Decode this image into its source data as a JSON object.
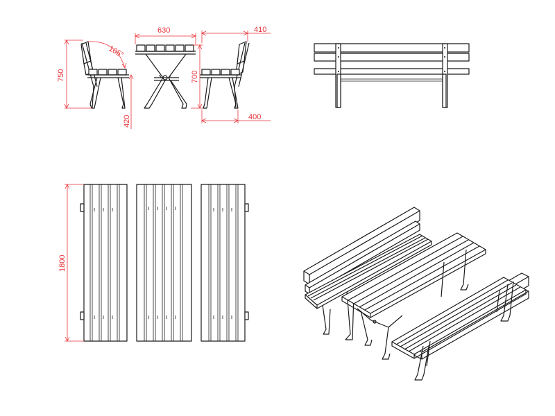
{
  "drawing": {
    "subject": "picnic table with two benches",
    "views": [
      "bench-side",
      "table-side",
      "bench-side-right",
      "bench-front",
      "top-view",
      "isometric"
    ],
    "colors": {
      "ink": "#1a1a1a",
      "dimension": "#e8333a",
      "background": "#ffffff"
    }
  },
  "dimensions": {
    "backrest_angle": "105°",
    "table_width": "630",
    "bench_depth_top": "410",
    "overall_height": "750",
    "table_height": "700",
    "seat_height": "420",
    "bench_depth_bottom": "400",
    "length": "1800"
  }
}
